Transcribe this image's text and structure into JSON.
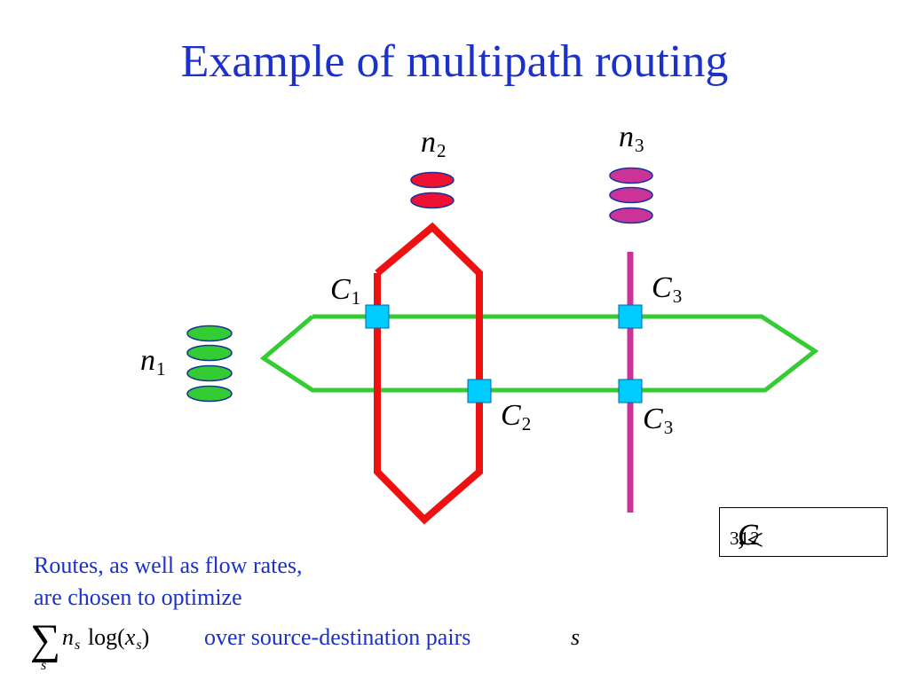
{
  "slide": {
    "title": "Example of multipath routing"
  },
  "diagram": {
    "sources": [
      {
        "id": "n1",
        "symbol": "n",
        "index": "1",
        "ellipse_count": 4,
        "color": "#33cc33"
      },
      {
        "id": "n2",
        "symbol": "n",
        "index": "2",
        "ellipse_count": 2,
        "color": "#ee1133"
      },
      {
        "id": "n3",
        "symbol": "n",
        "index": "3",
        "ellipse_count": 3,
        "color": "#cc3399"
      }
    ],
    "routes": {
      "green_color": "#33cc33",
      "red_color": "#ee1111",
      "magenta_color": "#cc3399"
    },
    "links": [
      {
        "id": "C1-upper-left",
        "symbol": "C",
        "index": "1"
      },
      {
        "id": "C3-upper-right",
        "symbol": "C",
        "index": "3"
      },
      {
        "id": "C2-lower-left",
        "symbol": "C",
        "index": "2"
      },
      {
        "id": "C3-lower-right",
        "symbol": "C",
        "index": "3"
      }
    ],
    "link_square_color": "#00ccff",
    "inequality": {
      "lhs": {
        "symbol": "C",
        "index": "3"
      },
      "operator": "<",
      "rhs": [
        {
          "symbol": "C",
          "index": "1"
        },
        {
          "symbol": "C",
          "index": "2"
        }
      ],
      "separator": ","
    }
  },
  "note": {
    "line1": "Routes, as well as flow rates,",
    "line2": "are chosen to optimize",
    "formula": {
      "sum_symbol": "∑",
      "sum_index": "s",
      "n": "n",
      "n_sub": "s",
      "log": "log(",
      "x": "x",
      "x_sub": "s",
      "close": ")"
    },
    "over_text": "over source-destination pairs",
    "over_var": "s"
  }
}
